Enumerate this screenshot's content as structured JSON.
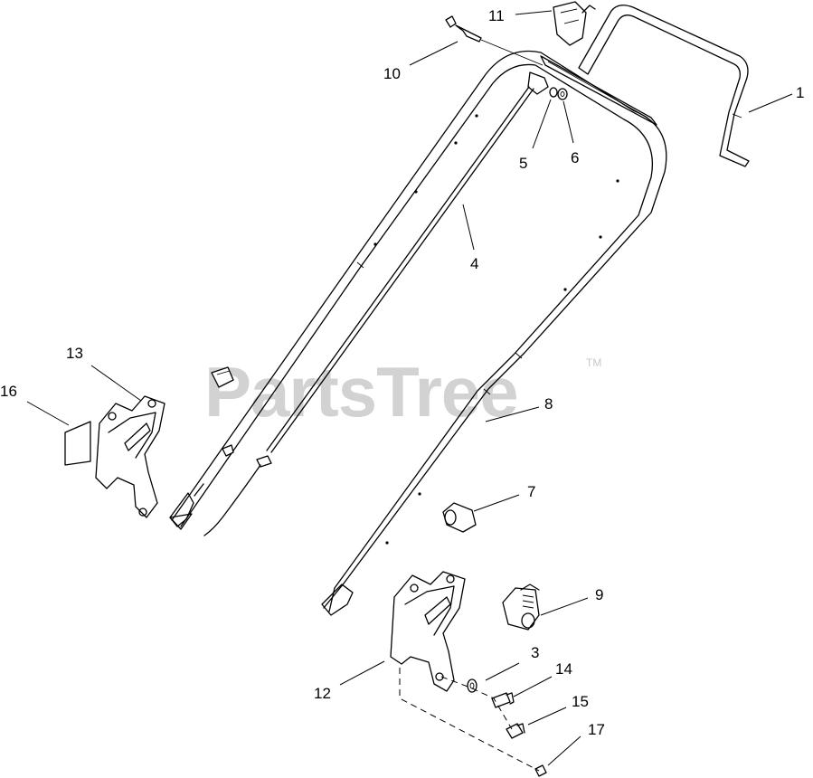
{
  "watermark": {
    "text": "PartsTree",
    "trademark": "TM"
  },
  "callouts": [
    {
      "id": "c1",
      "number": "1"
    },
    {
      "id": "c3",
      "number": "3"
    },
    {
      "id": "c4",
      "number": "4"
    },
    {
      "id": "c5",
      "number": "5"
    },
    {
      "id": "c6",
      "number": "6"
    },
    {
      "id": "c7",
      "number": "7"
    },
    {
      "id": "c8",
      "number": "8"
    },
    {
      "id": "c9",
      "number": "9"
    },
    {
      "id": "c10",
      "number": "10"
    },
    {
      "id": "c11",
      "number": "11"
    },
    {
      "id": "c12",
      "number": "12"
    },
    {
      "id": "c13",
      "number": "13"
    },
    {
      "id": "c14",
      "number": "14"
    },
    {
      "id": "c15",
      "number": "15"
    },
    {
      "id": "c16",
      "number": "16"
    },
    {
      "id": "c17",
      "number": "17"
    }
  ]
}
